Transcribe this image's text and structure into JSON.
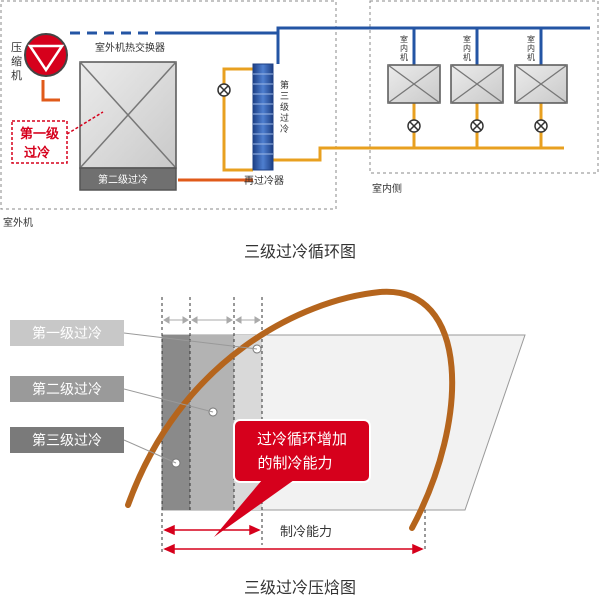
{
  "top_diagram": {
    "caption": "三级过冷循环图",
    "outdoor_box_label": "室外机",
    "compressor_label": [
      "压",
      "缩",
      "机"
    ],
    "outdoor_heat_exchanger_label": "室外机热交换器",
    "first_subcool_callout": [
      "第一级",
      "过冷"
    ],
    "second_subcool_label": "第二级过冷",
    "third_subcool_label": [
      "第",
      "三",
      "级",
      "过",
      "冷"
    ],
    "re_subcooler_label": "再过冷器",
    "indoor_box_label": "室内侧",
    "indoor_unit_label": [
      "室",
      "内",
      "机"
    ]
  },
  "bottom_diagram": {
    "caption": "三级过冷压焓图",
    "legend": [
      "第一级过冷",
      "第二级过冷",
      "第三级过冷"
    ],
    "callout": [
      "过冷循环增加",
      "的制冷能力"
    ],
    "capacity_label": "制冷能力"
  },
  "colors": {
    "blue_pipe": "#2455a4",
    "orange_pipe": "#e8a020",
    "dark_orange_pipe": "#e05a1a",
    "red_accent": "#d6001c",
    "curve_brown": "#b5651d",
    "band_dark": "#8a8a8a",
    "band_mid": "#b3b3b3",
    "band_light": "#d6d6d6",
    "legend_1": "#c8c8c8",
    "legend_2": "#9a9a9a",
    "legend_3": "#7a7a7a",
    "dashed_border": "#888888"
  },
  "icons": [
    "expansion-valve-icon",
    "compressor-icon",
    "heat-exchanger-icon"
  ]
}
